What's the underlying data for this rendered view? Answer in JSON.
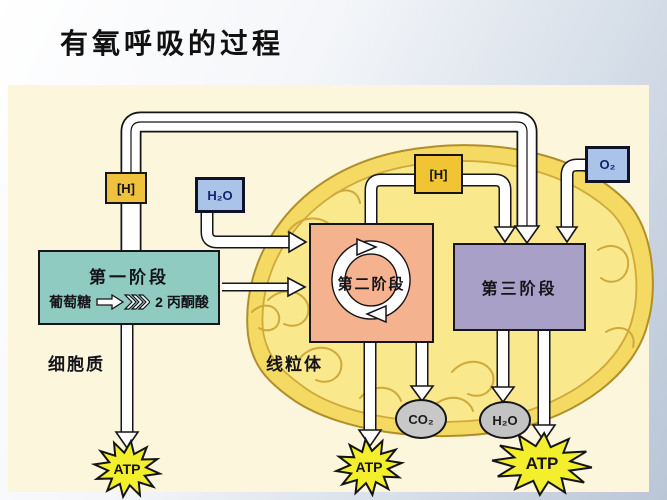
{
  "title": "有氧呼吸的过程",
  "stages": {
    "stage1": {
      "label": "第一阶段",
      "reactant": "葡萄糖",
      "product": "2 丙酮酸"
    },
    "stage2": {
      "label": "第二阶段"
    },
    "stage3": {
      "label": "第三阶段"
    }
  },
  "molecules": {
    "h_left": "[H]",
    "h_right": "[H]",
    "h2o_box": "H₂O",
    "o2_box": "O₂",
    "co2": "CO₂",
    "h2o_out": "H₂O",
    "atp_left": "ATP",
    "atp_middle": "ATP",
    "atp_right": "ATP"
  },
  "region_labels": {
    "cytoplasm": "细胞质",
    "mitochondria": "线粒体"
  },
  "icons": {
    "reaction_arrow": "white-block-arrow-with-three-chevrons",
    "cycle_arrows": "circular-cycle-arrows",
    "flow_pipes": "white-outlined-flow-arrows",
    "atp_burst": "yellow-starburst"
  },
  "colors": {
    "panel_bg": "#fbf6dc",
    "stage1_box": "#8fcbc1",
    "stage2_box": "#f5b28e",
    "stage3_box": "#a9a0c7",
    "h_box": "#efc23d",
    "gas_box": "#a9c4e8",
    "gas_text": "#16226e",
    "product_ellipse": "#c8c8c8",
    "atp_star": "#f3ef2d",
    "mito_outer": "#f4d963",
    "mito_inner": "#f9e88c",
    "title_text": "#111111"
  }
}
